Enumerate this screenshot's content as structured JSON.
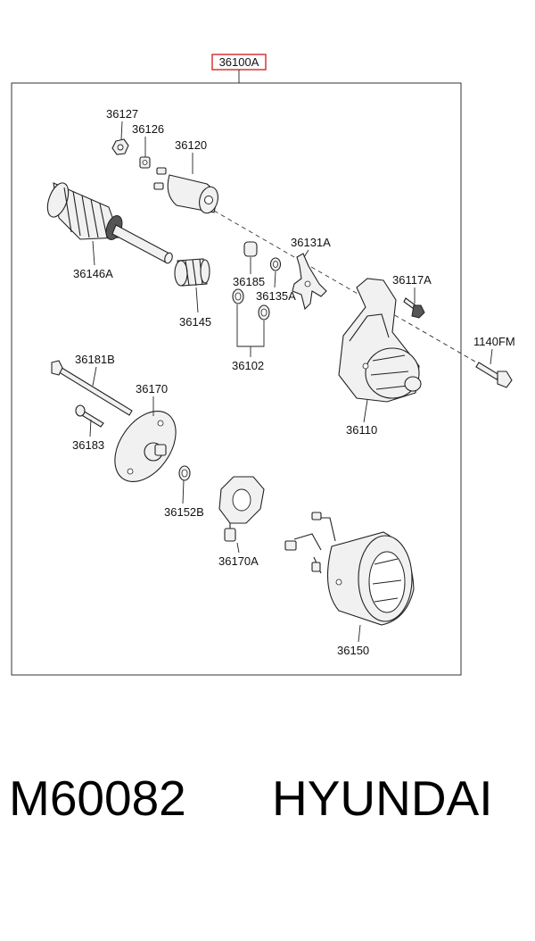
{
  "assembly": {
    "label": "36100A",
    "highlight_color": "#d62828"
  },
  "parts": {
    "p36127": "36127",
    "p36126": "36126",
    "p36120": "36120",
    "p36146A": "36146A",
    "p36131A": "36131A",
    "p36185": "36185",
    "p36135A": "36135A",
    "p36145": "36145",
    "p36117A": "36117A",
    "p1140FM": "1140FM",
    "p36102": "36102",
    "p36181B": "36181B",
    "p36170": "36170",
    "p36110": "36110",
    "p36183": "36183",
    "p36152B": "36152B",
    "p36170A": "36170A",
    "p36150": "36150"
  },
  "footer": {
    "code": "M60082",
    "brand": "HYUNDAI"
  }
}
